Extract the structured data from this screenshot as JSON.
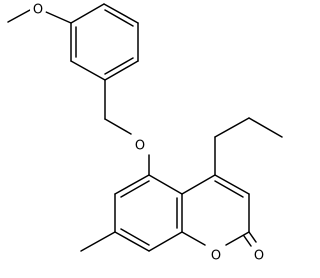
{
  "labels": {
    "methoxy_oxygen": "O",
    "benzyloxy_oxygen": "O",
    "ring_oxygen": "O",
    "carbonyl_oxygen": "O"
  },
  "colors": {
    "bond": "#000000",
    "text": "#000000",
    "background": "#ffffff"
  }
}
